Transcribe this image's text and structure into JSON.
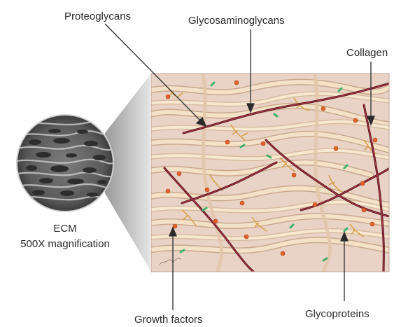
{
  "labels": {
    "proteoglycans": "Proteoglycans",
    "glycosaminoglycans": "Glycosaminoglycans",
    "collagen": "Collagen",
    "growth_factors": "Growth factors",
    "glycoproteins": "Glycoproteins"
  },
  "micrograph": {
    "title": "ECM",
    "magnification": "500X magnification"
  },
  "colors": {
    "background": "#ffffff",
    "matrix_bg": "#e8d3c6",
    "collagen_fiber": "#f0dcc0",
    "elastic_fiber": "#7a1f2b",
    "growth_factor_dot": "#e2622b",
    "glycoprotein_mark": "#3db36a",
    "proteoglycan_strand": "#d9a24a",
    "callout_line": "#2a2a2a"
  }
}
